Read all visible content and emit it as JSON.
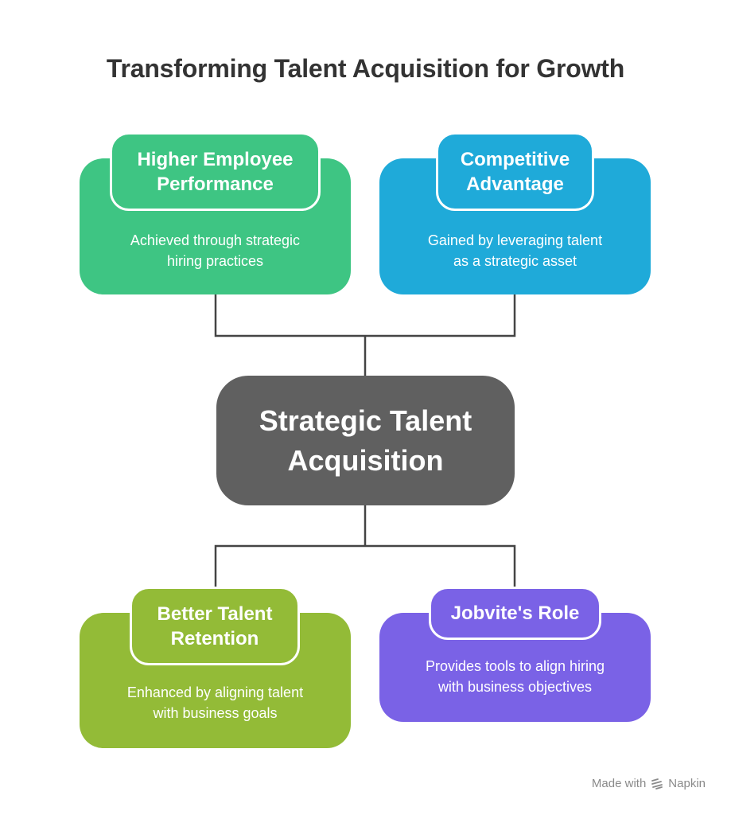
{
  "title": "Transforming Talent Acquisition for Growth",
  "center": {
    "label": "Strategic Talent\nAcquisition",
    "color": "#606060"
  },
  "nodes": [
    {
      "id": "higher-employee-performance",
      "heading": "Higher Employee\nPerformance",
      "description": "Achieved through strategic\nhiring practices",
      "color": "#3ec583"
    },
    {
      "id": "competitive-advantage",
      "heading": "Competitive\nAdvantage",
      "description": "Gained by leveraging talent\nas a strategic asset",
      "color": "#1faad9"
    },
    {
      "id": "better-talent-retention",
      "heading": "Better Talent\nRetention",
      "description": "Enhanced by aligning talent\nwith business goals",
      "color": "#93bb37"
    },
    {
      "id": "jobvites-role",
      "heading": "Jobvite's Role",
      "description": "Provides tools to align hiring\nwith business objectives",
      "color": "#7a62e6"
    }
  ],
  "footer": {
    "made_with": "Made with",
    "brand": "Napkin",
    "icon": "napkin-logo-icon"
  }
}
